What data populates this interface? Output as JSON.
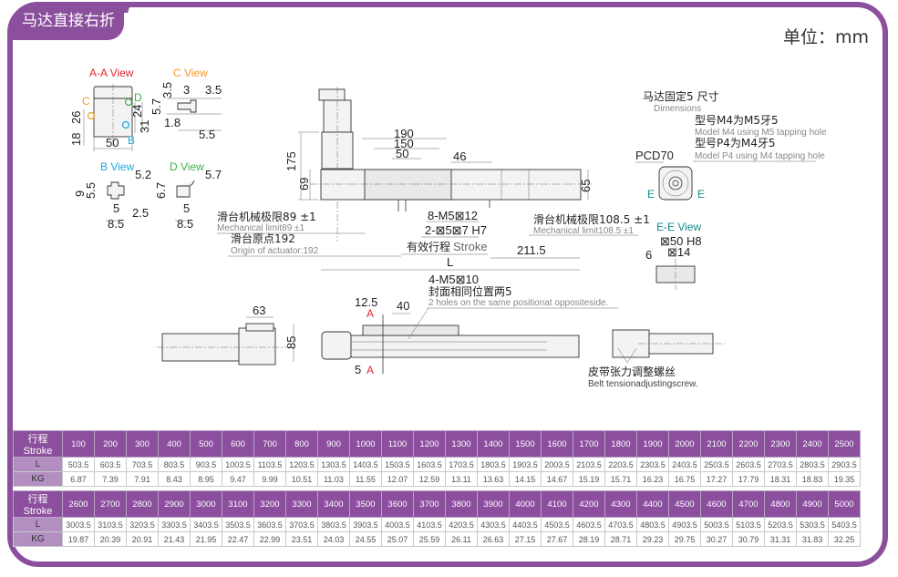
{
  "header": {
    "title": "马达直接右折",
    "unit_label": "单位：mm"
  },
  "colors": {
    "brand": "#8b4f9e",
    "view_a": "#e3242b",
    "view_c": "#f29a2e",
    "view_b": "#1ca9e0",
    "view_d": "#3fae49",
    "view_e": "#118a8a"
  },
  "drawing": {
    "aa_view": {
      "label": "A-A View",
      "dims": [
        "26",
        "18",
        "50",
        "24",
        "31"
      ],
      "markers": [
        "C",
        "D",
        "B"
      ]
    },
    "c_view": {
      "label": "C View",
      "dims": [
        "3.5",
        "3",
        "3.5",
        "5.7",
        "1.8",
        "5.5"
      ]
    },
    "b_view": {
      "label": "B View",
      "dims": [
        "5.2",
        "9",
        "5.5",
        "5",
        "2.5",
        "8.5"
      ]
    },
    "d_view": {
      "label": "D View",
      "dims": [
        "5.7",
        "6.7",
        "5",
        "8.5"
      ]
    },
    "main_view": {
      "dims": {
        "motor_height": "175",
        "body_height": "69",
        "d190": "190",
        "d150": "150",
        "d50": "50",
        "d46": "46",
        "d65": "65",
        "d211": "211.5",
        "L": "L"
      },
      "labels": {
        "holes_1": "8-M5⊠12",
        "holes_2": "2-⊠5⊠7 H7",
        "stroke": "有效行程",
        "stroke_en": "Stroke",
        "mech_limit_left_cn": "滑台机械极限89 ±1",
        "mech_limit_left_en": "Mechanical limit89 ±1",
        "origin_cn": "滑台原点192",
        "origin_en": "Origin of actuator:192",
        "mech_limit_right_cn": "滑台机械极限108.5 ±1",
        "mech_limit_right_en": "Mechanical limit108.5 ±1"
      }
    },
    "motor_mount": {
      "title_cn": "马达固定5 尺寸",
      "title_en": "Dimensions",
      "m4_cn": "型号M4为M5牙5",
      "m4_en": "Model M4 using M5 tapping hole",
      "p4_cn": "型号P4为M4牙5",
      "p4_en": "Model P4 using M4 tapping hole",
      "pcd": "PCD70",
      "section_marks": [
        "E",
        "E"
      ]
    },
    "ee_view": {
      "label": "E-E View",
      "dims": [
        "⊠50 H8",
        "⊠14",
        "6"
      ]
    },
    "side_view": {
      "dims": [
        "63",
        "85"
      ]
    },
    "top_view": {
      "dims": [
        "12.5",
        "40",
        "5"
      ],
      "section_marks": [
        "A",
        "A"
      ],
      "holes_cn": "4-M5⊠10",
      "holes_cn2": "封面相同位置两5",
      "holes_en": "2 holes on the same positionat oppositeside."
    },
    "end_view": {
      "belt_cn": "皮带张力调整螺丝",
      "belt_en": "Belt tensionadjustingscrew."
    }
  },
  "spec_table": {
    "row_labels": {
      "stroke": "行程 Stroke",
      "length": "L",
      "weight": "KG"
    },
    "part1": {
      "stroke": [
        "100",
        "200",
        "300",
        "400",
        "500",
        "600",
        "700",
        "800",
        "900",
        "1000",
        "1100",
        "1200",
        "1300",
        "1400",
        "1500",
        "1600",
        "1700",
        "1800",
        "1900",
        "2000",
        "2100",
        "2200",
        "2300",
        "2400",
        "2500"
      ],
      "length": [
        "503.5",
        "603.5",
        "703.5",
        "803.5",
        "903.5",
        "1003.5",
        "1103.5",
        "1203.5",
        "1303.5",
        "1403.5",
        "1503.5",
        "1603.5",
        "1703.5",
        "1803.5",
        "1903.5",
        "2003.5",
        "2103.5",
        "2203.5",
        "2303.5",
        "2403.5",
        "2503.5",
        "2603.5",
        "2703.5",
        "2803.5",
        "2903.5"
      ],
      "weight": [
        "6.87",
        "7.39",
        "7.91",
        "8.43",
        "8.95",
        "9.47",
        "9.99",
        "10.51",
        "11.03",
        "11.55",
        "12.07",
        "12.59",
        "13.11",
        "13.63",
        "14.15",
        "14.67",
        "15.19",
        "15.71",
        "16.23",
        "16.75",
        "17.27",
        "17.79",
        "18.31",
        "18.83",
        "19.35"
      ]
    },
    "part2": {
      "stroke": [
        "2600",
        "2700",
        "2800",
        "2900",
        "3000",
        "3100",
        "3200",
        "3300",
        "3400",
        "3500",
        "3600",
        "3700",
        "3800",
        "3900",
        "4000",
        "4100",
        "4200",
        "4300",
        "4400",
        "4500",
        "4600",
        "4700",
        "4800",
        "4900",
        "5000"
      ],
      "length": [
        "3003.5",
        "3103.5",
        "3203.5",
        "3303.5",
        "3403.5",
        "3503.5",
        "3603.5",
        "3703.5",
        "3803.5",
        "3903.5",
        "4003.5",
        "4103.5",
        "4203.5",
        "4303.5",
        "4403.5",
        "4503.5",
        "4603.5",
        "4703.5",
        "4803.5",
        "4903.5",
        "5003.5",
        "5103.5",
        "5203.5",
        "5303.5",
        "5403.5"
      ],
      "weight": [
        "19.87",
        "20.39",
        "20.91",
        "21.43",
        "21.95",
        "22.47",
        "22.99",
        "23.51",
        "24.03",
        "24.55",
        "25.07",
        "25.59",
        "26.11",
        "26.63",
        "27.15",
        "27.67",
        "28.19",
        "28.71",
        "29.23",
        "29.75",
        "30.27",
        "30.79",
        "31.31",
        "31.83",
        "32.25"
      ]
    }
  }
}
